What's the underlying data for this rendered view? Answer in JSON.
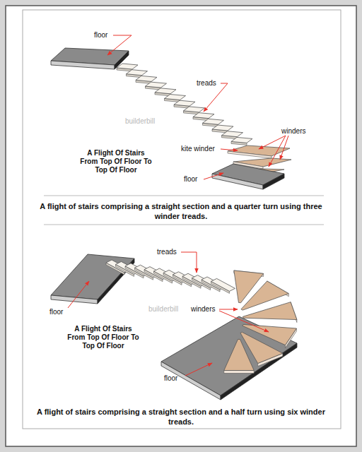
{
  "diagram": {
    "labels": [
      "floor",
      "treads",
      "builderbill",
      "winders",
      "kite winder",
      "floor",
      "A Flight Of Stairs From Top Of Floor To Top Of Floor",
      "A flight of stairs comprising a straight section and a quarter turn using three winder treads.",
      "treads",
      "floor",
      "builderbill",
      "winders",
      "A Flight Of Stairs From Top Of Floor To Top Of Floor",
      "floor",
      "A flight of stairs comprising a straight section and a half turn using six winder treads."
    ]
  }
}
